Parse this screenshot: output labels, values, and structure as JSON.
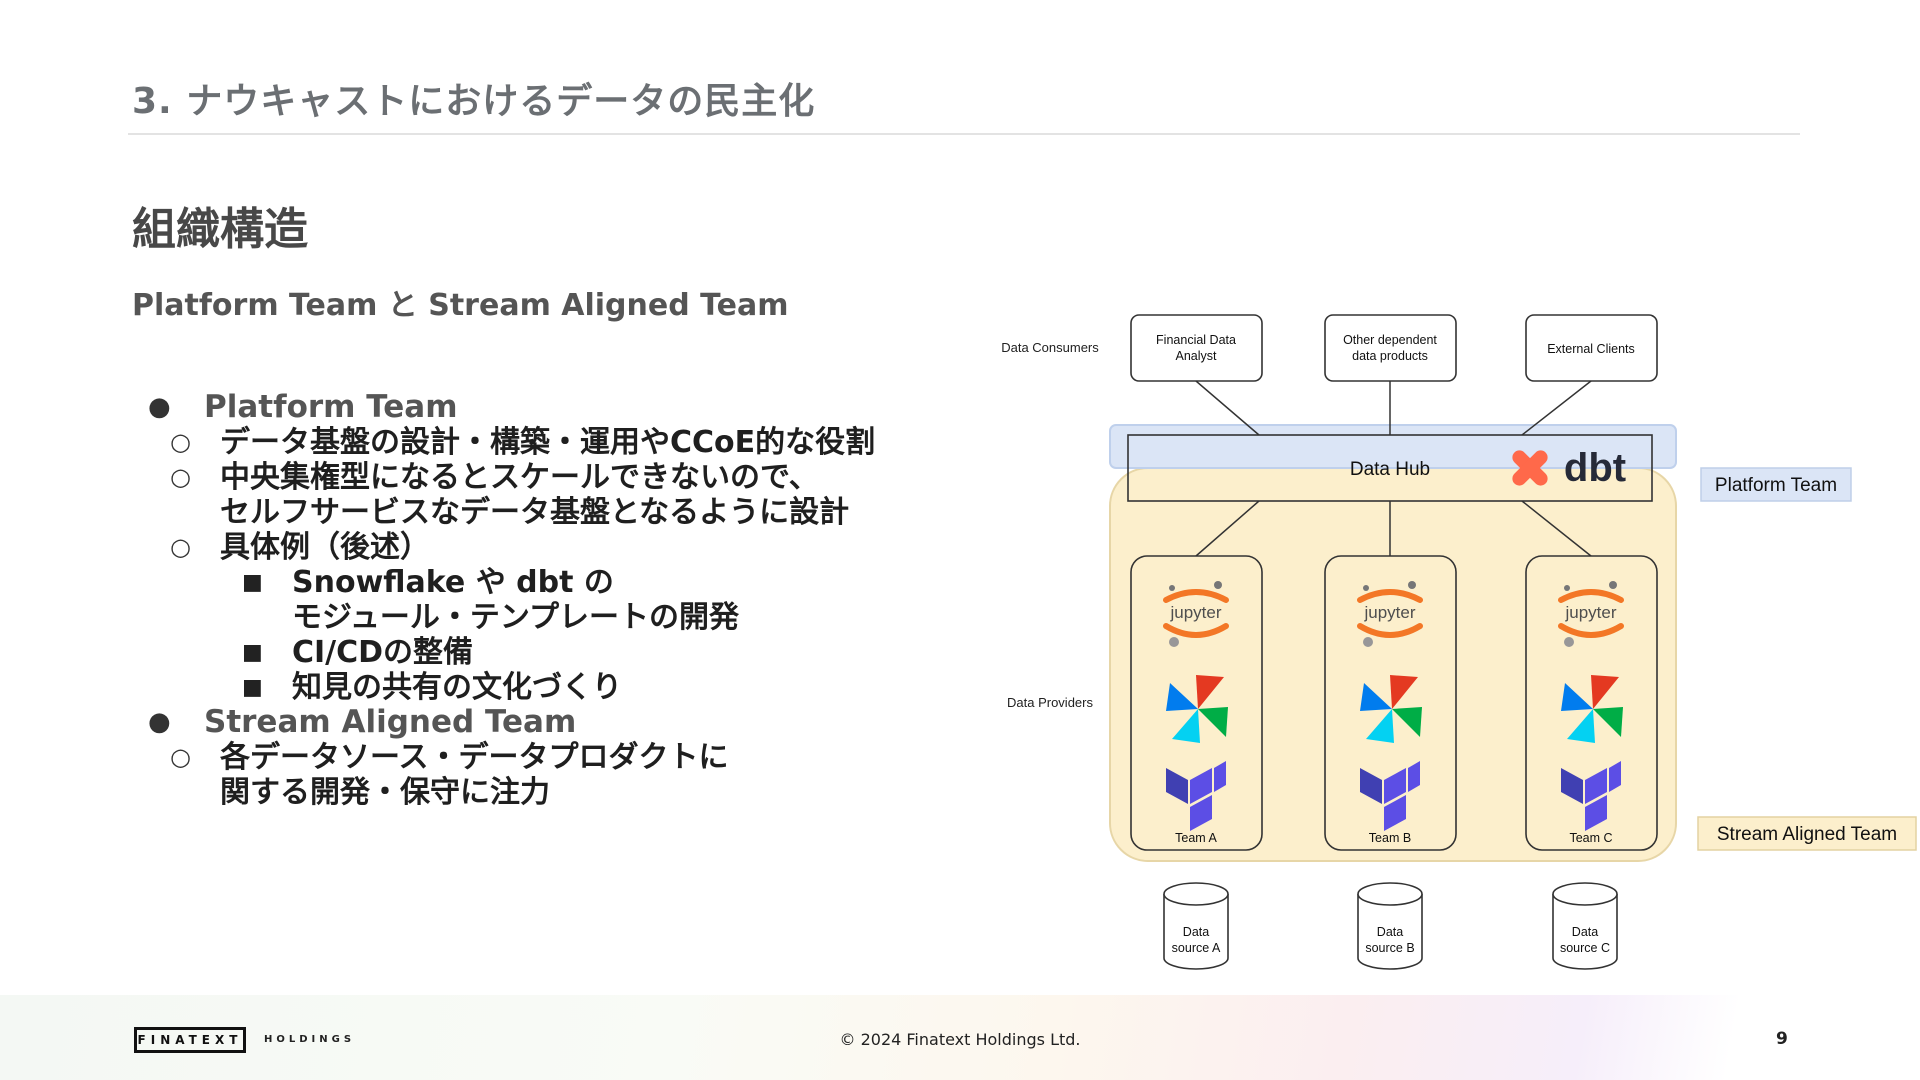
{
  "header": {
    "section_title": "3. ナウキャストにおけるデータの民主化"
  },
  "slide": {
    "heading": "組織構造",
    "subheading": "Platform Team と Stream Aligned Team"
  },
  "bullets": {
    "platform_team": {
      "label": "Platform Team",
      "items": [
        "データ基盤の設計・構築・運用やCCoE的な役割",
        "中央集権型になるとスケールできないので、",
        "セルフサービスなデータ基盤となるように設計",
        "具体例（後述）"
      ],
      "examples": [
        "Snowflake や dbt の",
        "モジュール・テンプレートの開発",
        "CI/CDの整備",
        "知見の共有の文化づくり"
      ]
    },
    "stream_team": {
      "label": "Stream Aligned Team",
      "items": [
        "各データソース・データプロダクトに",
        "関する開発・保守に注力"
      ]
    }
  },
  "diagram": {
    "data_consumers_label": "Data Consumers",
    "data_providers_label": "Data Providers",
    "consumers": [
      {
        "line1": "Financial Data",
        "line2": "Analyst"
      },
      {
        "line1": "Other dependent",
        "line2": "data products"
      },
      {
        "line1": "External Clients",
        "line2": ""
      }
    ],
    "data_hub": "Data Hub",
    "dbt_logo_text": "dbt",
    "platform_team_label": "Platform Team",
    "stream_team_label": "Stream Aligned Team",
    "jupyter_text": "jupyter",
    "teams": [
      "Team A",
      "Team B",
      "Team C"
    ],
    "sources": [
      {
        "line1": "Data",
        "line2": "source A"
      },
      {
        "line1": "Data",
        "line2": "source B"
      },
      {
        "line1": "Data",
        "line2": "source C"
      }
    ],
    "colors": {
      "platform_fill": "#dbe5f6",
      "stream_fill": "#fcefcc",
      "dbt_orange": "#ff694a",
      "jupyter_orange": "#f37726",
      "terraform_purple": "#5c4ee5"
    }
  },
  "footer": {
    "logo_text": "FINATEXT",
    "logo_sub": "HOLDINGS",
    "copyright": "© 2024 Finatext Holdings Ltd.",
    "page_number": "9"
  }
}
